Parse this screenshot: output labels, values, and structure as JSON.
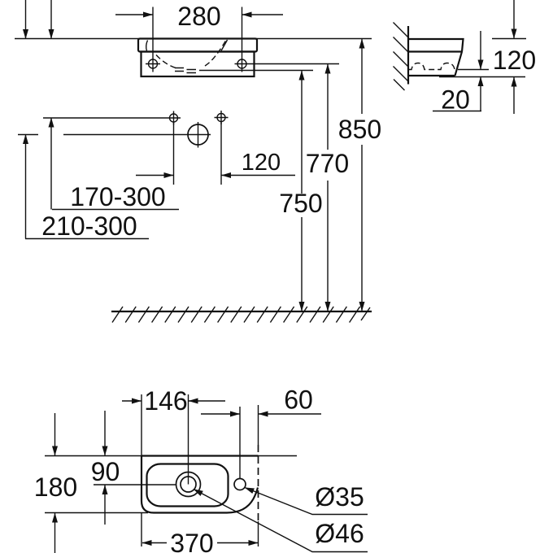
{
  "drawing": {
    "front_view": {
      "hole_spacing": "280",
      "bracket_height_range_upper": "170-300",
      "bracket_height_range_lower": "210-300",
      "hole_offset": "120",
      "height_to_rim": "850",
      "height_to_holes": "770",
      "height_to_bowl": "750"
    },
    "side_view": {
      "basin_height": "120",
      "base_thickness": "20"
    },
    "plan_view": {
      "drain_center_from_left": "146",
      "tap_hole_from_right": "60",
      "drain_center_depth": "90",
      "basin_depth": "180",
      "basin_width": "370",
      "tap_hole_diameter": "Ø35",
      "drain_diameter": "Ø46"
    },
    "colors": {
      "line": "#111111",
      "background": "#ffffff"
    }
  }
}
